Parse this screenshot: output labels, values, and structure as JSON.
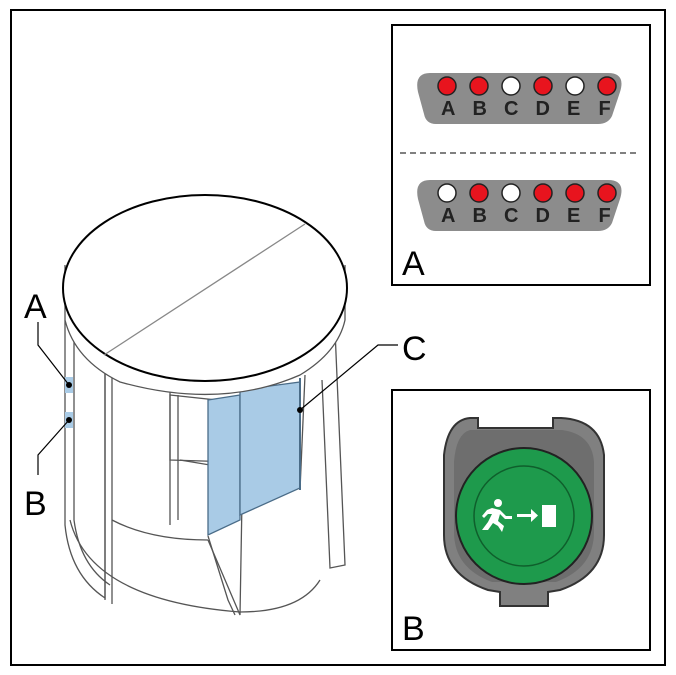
{
  "diagram": {
    "callouts": {
      "sensor_a": "A",
      "sensor_b": "B",
      "door_wing": "C"
    },
    "panel_a": {
      "label": "A",
      "indicator_rows": [
        {
          "lamps": [
            {
              "letter": "A",
              "state": "on"
            },
            {
              "letter": "B",
              "state": "on"
            },
            {
              "letter": "C",
              "state": "off"
            },
            {
              "letter": "D",
              "state": "on"
            },
            {
              "letter": "E",
              "state": "off"
            },
            {
              "letter": "F",
              "state": "on"
            }
          ]
        },
        {
          "lamps": [
            {
              "letter": "A",
              "state": "off"
            },
            {
              "letter": "B",
              "state": "on"
            },
            {
              "letter": "C",
              "state": "off"
            },
            {
              "letter": "D",
              "state": "on"
            },
            {
              "letter": "E",
              "state": "on"
            },
            {
              "letter": "F",
              "state": "on"
            }
          ]
        }
      ]
    },
    "panel_b": {
      "label": "B",
      "icon": "emergency-exit-running-person-icon"
    },
    "colors": {
      "lamp_on": "#e8141e",
      "lamp_off": "#ffffff",
      "indicator_body": "#8c8c8c",
      "door_glass": "#a9cbe6",
      "exit_button": "#1e9a4c",
      "switch_housing": "#808080"
    }
  }
}
